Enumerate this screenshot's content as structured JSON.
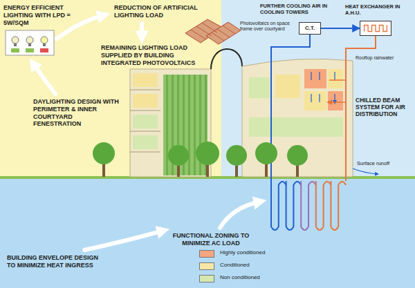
{
  "diagram": {
    "nodes": [
      {
        "text": [
          "C.T."
        ]
      },
      {
        "text": [
          "HEAT EXCHANGER IN A.H.U."
        ]
      }
    ],
    "edges": [
      {
        "from": 0,
        "to": 1,
        "arrow": "to"
      }
    ],
    "labels": [
      "ENERGY EFFICIENT LIGHTING WITH LPD = 5W/SQM",
      "REDUCTION OF ARTIFICIAL LIGHTING LOAD",
      "FURTHER COOLING AIR IN COOLING TOWERS",
      "Photovoltaics on space frame over courtyard",
      "REMAINING LIGHTING LOAD SUPPLIED BY BUILDING INTEGRATED PHOTOVOLTAICS",
      "Rooftop rainwater",
      "CHILLED BEAM SYSTEM FOR AIR DISTRIBUTION",
      "DAYLIGHTING DESIGN WITH PERIMETER & INNER COURTYARD FENESTRATION",
      "Surface runoff",
      "FUNCTIONAL ZONING TO MINIMIZE AC LOAD",
      "BUILDING ENVELOPE DESIGN TO MINIMIZE HEAT INGRESS"
    ],
    "legend": [
      {
        "text": "Highly conditioned",
        "color": "#f4a582"
      },
      {
        "text": "Conditioned",
        "color": "#f6e7a8"
      },
      {
        "text": "Non conditioned",
        "color": "#d5e8b0"
      }
    ]
  }
}
